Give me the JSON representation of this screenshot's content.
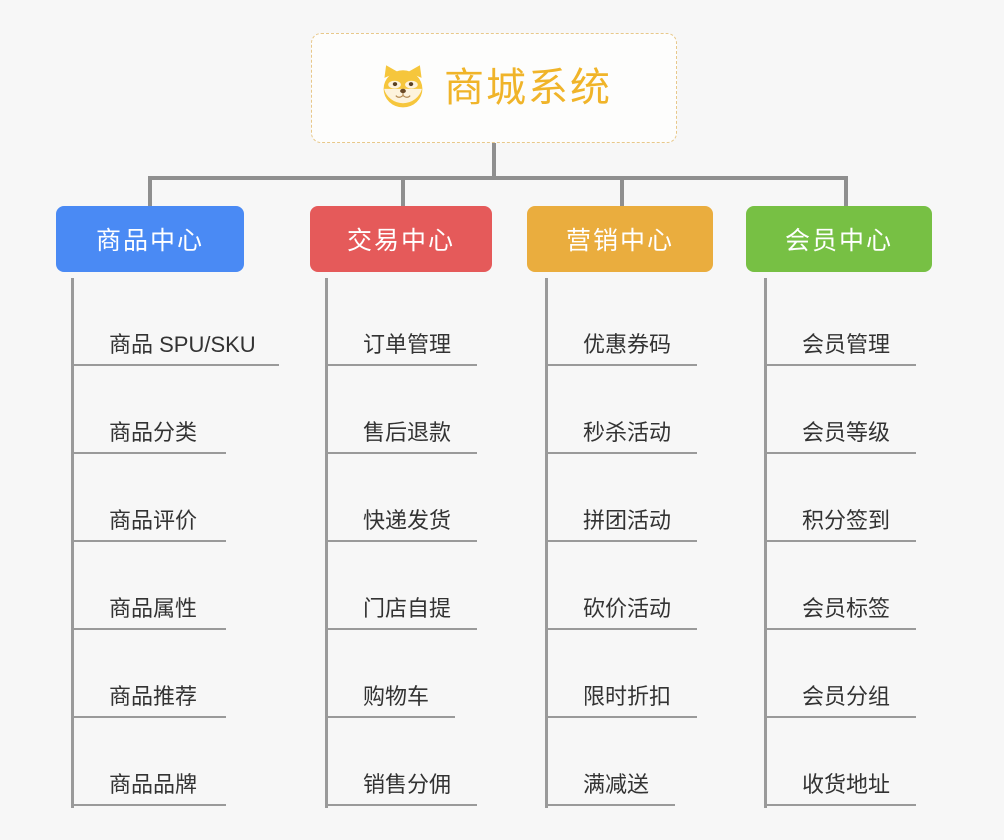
{
  "diagram": {
    "type": "org-chart-tree",
    "background_color": "#f7f7f7",
    "connector_color": "#8f8f8f",
    "root": {
      "title": "商城系统",
      "icon": "shiba-dog-face-icon",
      "text_color": "#f0b429",
      "border_color": "#e8c88a",
      "background_color": "#fdfdfc"
    },
    "branches": [
      {
        "label": "商品中心",
        "color": "#4a8af4",
        "items": [
          "商品 SPU/SKU",
          "商品分类",
          "商品评价",
          "商品属性",
          "商品推荐",
          "商品品牌"
        ]
      },
      {
        "label": "交易中心",
        "color": "#e55a5a",
        "items": [
          "订单管理",
          "售后退款",
          "快递发货",
          "门店自提",
          "购物车",
          "销售分佣"
        ]
      },
      {
        "label": "营销中心",
        "color": "#eaad3e",
        "items": [
          "优惠券码",
          "秒杀活动",
          "拼团活动",
          "砍价活动",
          "限时折扣",
          "满减送"
        ]
      },
      {
        "label": "会员中心",
        "color": "#77c044",
        "items": [
          "会员管理",
          "会员等级",
          "积分签到",
          "会员标签",
          "会员分组",
          "收货地址"
        ]
      }
    ]
  }
}
